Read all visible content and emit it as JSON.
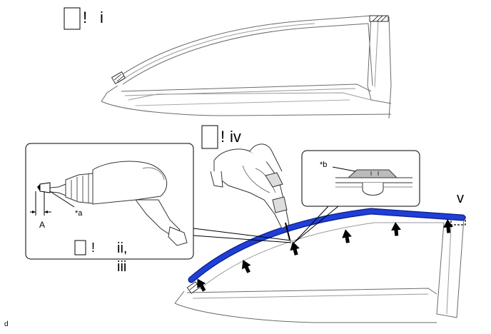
{
  "steps": {
    "step1": {
      "mark": "!",
      "roman": "i"
    },
    "step2": {
      "mark": "!",
      "roman": "iv"
    },
    "step3": {
      "mark": "!",
      "roman_line1": "ii,",
      "roman_line2": "iii"
    },
    "step4": {
      "roman": "v"
    }
  },
  "callouts": {
    "a": "*a",
    "b": "*b",
    "dimension": "A"
  },
  "corner_mark": "d",
  "colors": {
    "molding": "#1f3fd6",
    "molding_edge": "#0a1f8a",
    "line": "#000000",
    "door_stroke": "#6b6b6b",
    "panel_fill": "#f4f4f4"
  }
}
